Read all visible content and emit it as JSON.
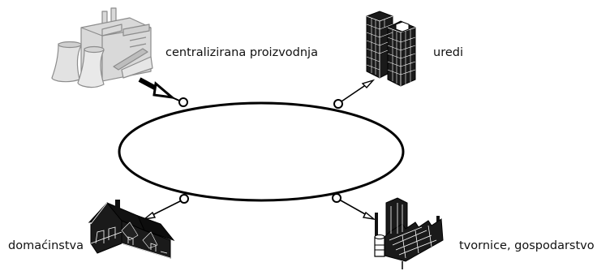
{
  "labels": {
    "centralized_production": "centralizirana proizvodnja",
    "offices": "uredi",
    "households": "domaćinstva",
    "factories": "tvornice, gospodarstvo"
  },
  "icons": {
    "power_plant": "power-plant-icon",
    "office_buildings": "office-buildings-icon",
    "house": "house-icon",
    "factory": "factory-icon"
  },
  "colors": {
    "line": "#000000",
    "power_plant_fill": "#d9d9d9",
    "power_plant_stroke": "#8c8c8c",
    "building_fill": "#1a1a1a"
  }
}
